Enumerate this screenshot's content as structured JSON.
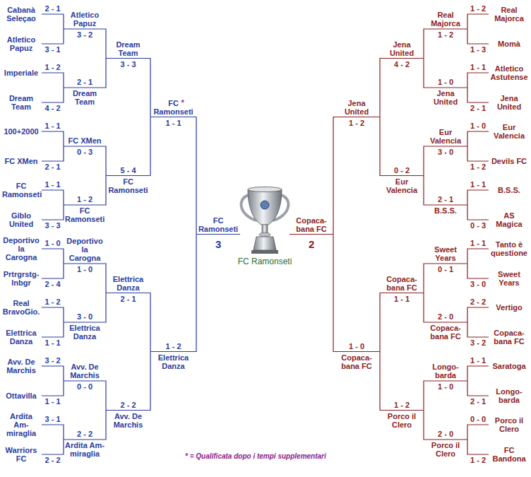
{
  "diagram": {
    "nodes": [
      {
        "text": [
          "Cabanà Seleçao"
        ]
      },
      {
        "text": [
          "Atletico Papuz"
        ]
      },
      {
        "text": [
          "Imperiale"
        ]
      },
      {
        "text": [
          "Dream Team"
        ]
      },
      {
        "text": [
          "100+2000"
        ]
      },
      {
        "text": [
          "FC XMen"
        ]
      },
      {
        "text": [
          "FC Ramonseti"
        ]
      },
      {
        "text": [
          "Giblo United"
        ]
      },
      {
        "text": [
          "Deportivo la Carogna"
        ]
      },
      {
        "text": [
          "Prtrgrstg-lnbgr"
        ]
      },
      {
        "text": [
          "Real BravoGio."
        ]
      },
      {
        "text": [
          "Elettrica Danza"
        ]
      },
      {
        "text": [
          "Avv. De Marchis"
        ]
      },
      {
        "text": [
          "Ottavilla"
        ]
      },
      {
        "text": [
          "Ardita Am-miraglia"
        ]
      },
      {
        "text": [
          "Warriors FC"
        ]
      },
      {
        "text": [
          "Atletico Papuz"
        ]
      },
      {
        "text": [
          "Dream Team"
        ]
      },
      {
        "text": [
          "FC XMen"
        ]
      },
      {
        "text": [
          "FC Ramonseti"
        ]
      },
      {
        "text": [
          "Deportivo la Carogna"
        ]
      },
      {
        "text": [
          "Elettrica Danza"
        ]
      },
      {
        "text": [
          "Avv. De Marchis"
        ]
      },
      {
        "text": [
          "Ardita Am-miraglia"
        ]
      },
      {
        "text": [
          "Dream Team"
        ]
      },
      {
        "text": [
          "FC Ramonseti"
        ]
      },
      {
        "text": [
          "Elettrica Danza"
        ]
      },
      {
        "text": [
          "Avv. De Marchis"
        ]
      },
      {
        "text": [
          "FC Ramonseti"
        ]
      },
      {
        "text": [
          "Elettrica Danza"
        ]
      },
      {
        "text": [
          "FC Ramonseti"
        ]
      },
      {
        "text": [
          "Copaca-bana FC"
        ]
      },
      {
        "text": [
          "Jena United"
        ]
      },
      {
        "text": [
          "Copaca-bana FC"
        ]
      },
      {
        "text": [
          "Jena United"
        ]
      },
      {
        "text": [
          "Eur Valencia"
        ]
      },
      {
        "text": [
          "Copaca-bana FC"
        ]
      },
      {
        "text": [
          "Porco il Clero"
        ]
      },
      {
        "text": [
          "Real Majorca"
        ]
      },
      {
        "text": [
          "Jena United"
        ]
      },
      {
        "text": [
          "Eur Valencia"
        ]
      },
      {
        "text": [
          "B.S.S."
        ]
      },
      {
        "text": [
          "Sweet Years"
        ]
      },
      {
        "text": [
          "Copaca-bana FC"
        ]
      },
      {
        "text": [
          "Longo-barda"
        ]
      },
      {
        "text": [
          "Porco il Clero"
        ]
      },
      {
        "text": [
          "Real Majorca"
        ]
      },
      {
        "text": [
          "Momà"
        ]
      },
      {
        "text": [
          "Atletico Astutense"
        ]
      },
      {
        "text": [
          "Jena United"
        ]
      },
      {
        "text": [
          "Eur Valencia"
        ]
      },
      {
        "text": [
          "Devils FC"
        ]
      },
      {
        "text": [
          "B.S.S."
        ]
      },
      {
        "text": [
          "AS Magica"
        ]
      },
      {
        "text": [
          "Tanto è questione"
        ]
      },
      {
        "text": [
          "Sweet Years"
        ]
      },
      {
        "text": [
          "Vertigo"
        ]
      },
      {
        "text": [
          "Copaca-bana FC"
        ]
      },
      {
        "text": [
          "Saratoga"
        ]
      },
      {
        "text": [
          "Longo-barda"
        ]
      },
      {
        "text": [
          "Porco il Clero"
        ]
      },
      {
        "text": [
          "FC Bandona"
        ]
      }
    ],
    "edges": [
      {
        "from": 0,
        "to": 16,
        "arrow": "none",
        "label": "2 - 1"
      },
      {
        "from": 1,
        "to": 16,
        "arrow": "none",
        "label": "3 - 1"
      },
      {
        "from": 2,
        "to": 17,
        "arrow": "none",
        "label": "1 - 2"
      },
      {
        "from": 3,
        "to": 17,
        "arrow": "none",
        "label": "4 - 2"
      },
      {
        "from": 4,
        "to": 18,
        "arrow": "none",
        "label": "1 - 1"
      },
      {
        "from": 5,
        "to": 18,
        "arrow": "none",
        "label": "2 - 1"
      },
      {
        "from": 6,
        "to": 19,
        "arrow": "none",
        "label": "1 - 1"
      },
      {
        "from": 7,
        "to": 19,
        "arrow": "none",
        "label": "3 - 3"
      },
      {
        "from": 8,
        "to": 20,
        "arrow": "none",
        "label": "1 - 0"
      },
      {
        "from": 9,
        "to": 20,
        "arrow": "none",
        "label": "2 - 4"
      },
      {
        "from": 10,
        "to": 21,
        "arrow": "none",
        "label": "1 - 2"
      },
      {
        "from": 11,
        "to": 21,
        "arrow": "none",
        "label": "1 - 1"
      },
      {
        "from": 12,
        "to": 22,
        "arrow": "none",
        "label": "3 - 2"
      },
      {
        "from": 13,
        "to": 22,
        "arrow": "none",
        "label": "1 - 1"
      },
      {
        "from": 14,
        "to": 23,
        "arrow": "none",
        "label": "3 - 1"
      },
      {
        "from": 15,
        "to": 23,
        "arrow": "none",
        "label": "2 - 2"
      },
      {
        "from": 16,
        "to": 24,
        "arrow": "none",
        "label": "3 - 2"
      },
      {
        "from": 17,
        "to": 24,
        "arrow": "none",
        "label": "2 - 1"
      },
      {
        "from": 18,
        "to": 25,
        "arrow": "none",
        "label": "0 - 3"
      },
      {
        "from": 19,
        "to": 25,
        "arrow": "none",
        "label": "1 - 2"
      },
      {
        "from": 20,
        "to": 26,
        "arrow": "none",
        "label": "1 - 0"
      },
      {
        "from": 21,
        "to": 26,
        "arrow": "none",
        "label": "3 - 0"
      },
      {
        "from": 22,
        "to": 27,
        "arrow": "none",
        "label": "0 - 0"
      },
      {
        "from": 23,
        "to": 27,
        "arrow": "none",
        "label": "2 - 2"
      },
      {
        "from": 24,
        "to": 28,
        "arrow": "none",
        "label": "3 - 3"
      },
      {
        "from": 25,
        "to": 28,
        "arrow": "none",
        "label": "5 - 4"
      },
      {
        "from": 26,
        "to": 29,
        "arrow": "none",
        "label": "2 - 1"
      },
      {
        "from": 27,
        "to": 29,
        "arrow": "none",
        "label": "2 - 2"
      },
      {
        "from": 28,
        "to": 30,
        "arrow": "none",
        "label": "1 - 1"
      },
      {
        "from": 29,
        "to": 30,
        "arrow": "none",
        "label": "1 - 2"
      },
      {
        "from": 46,
        "to": 38,
        "arrow": "none",
        "label": "1 - 2"
      },
      {
        "from": 47,
        "to": 38,
        "arrow": "none",
        "label": "1 - 3"
      },
      {
        "from": 48,
        "to": 39,
        "arrow": "none",
        "label": "1 - 1"
      },
      {
        "from": 49,
        "to": 39,
        "arrow": "none",
        "label": "2 - 1"
      },
      {
        "from": 50,
        "to": 40,
        "arrow": "none",
        "label": "1 - 0"
      },
      {
        "from": 51,
        "to": 40,
        "arrow": "none",
        "label": "1 - 2"
      },
      {
        "from": 52,
        "to": 41,
        "arrow": "none",
        "label": "1 - 1"
      },
      {
        "from": 53,
        "to": 41,
        "arrow": "none",
        "label": "0 - 3"
      },
      {
        "from": 54,
        "to": 42,
        "arrow": "none",
        "label": "1 - 1"
      },
      {
        "from": 55,
        "to": 42,
        "arrow": "none",
        "label": "3 - 0"
      },
      {
        "from": 56,
        "to": 43,
        "arrow": "none",
        "label": "2 - 2"
      },
      {
        "from": 57,
        "to": 43,
        "arrow": "none",
        "label": "3 - 2"
      },
      {
        "from": 58,
        "to": 44,
        "arrow": "none",
        "label": "1 - 1"
      },
      {
        "from": 59,
        "to": 44,
        "arrow": "none",
        "label": "2 - 1"
      },
      {
        "from": 60,
        "to": 45,
        "arrow": "none",
        "label": "0 - 0"
      },
      {
        "from": 61,
        "to": 45,
        "arrow": "none",
        "label": "1 - 2"
      },
      {
        "from": 38,
        "to": 34,
        "arrow": "none",
        "label": "1 - 2"
      },
      {
        "from": 39,
        "to": 34,
        "arrow": "none",
        "label": "1 - 0"
      },
      {
        "from": 40,
        "to": 35,
        "arrow": "none",
        "label": "3 - 0"
      },
      {
        "from": 41,
        "to": 35,
        "arrow": "none",
        "label": "2 - 1"
      },
      {
        "from": 42,
        "to": 36,
        "arrow": "none",
        "label": "0 - 1"
      },
      {
        "from": 43,
        "to": 36,
        "arrow": "none",
        "label": "2 - 0"
      },
      {
        "from": 44,
        "to": 37,
        "arrow": "none",
        "label": "1 - 0"
      },
      {
        "from": 45,
        "to": 37,
        "arrow": "none",
        "label": "2 - 0"
      },
      {
        "from": 34,
        "to": 32,
        "arrow": "none",
        "label": "4 - 2"
      },
      {
        "from": 35,
        "to": 32,
        "arrow": "none",
        "label": "0 - 2"
      },
      {
        "from": 36,
        "to": 33,
        "arrow": "none",
        "label": "1 - 1"
      },
      {
        "from": 37,
        "to": 33,
        "arrow": "none",
        "label": "1 - 2"
      },
      {
        "from": 32,
        "to": 31,
        "arrow": "none",
        "label": "1 - 2"
      },
      {
        "from": 33,
        "to": 31,
        "arrow": "none",
        "label": "1 - 0"
      }
    ],
    "labels": [
      "3",
      "2",
      "FC Ramonseti",
      "*",
      "* = Qualificata dopo i tempi supplementari"
    ]
  }
}
